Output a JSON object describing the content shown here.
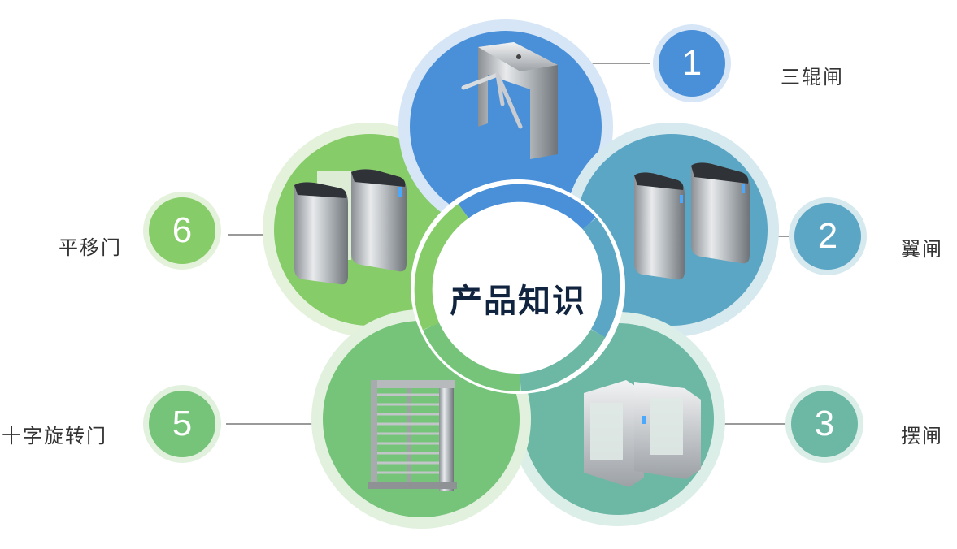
{
  "center": {
    "title": "产品知识"
  },
  "products": [
    {
      "number": "1",
      "label": "三辊闸",
      "color": "#4a90d9",
      "ring_color": "#d6e6f7",
      "icon": "tripod-turnstile-icon"
    },
    {
      "number": "2",
      "label": "翼闸",
      "color": "#5ba6c4",
      "ring_color": "#d6e9ef",
      "icon": "flap-barrier-icon"
    },
    {
      "number": "3",
      "label": "摆闸",
      "color": "#6cb8a5",
      "ring_color": "#dceee8",
      "icon": "swing-barrier-icon"
    },
    {
      "number": "5",
      "label": "十字旋转门",
      "color": "#76c47a",
      "ring_color": "#e1f1dd",
      "icon": "full-height-turnstile-icon"
    },
    {
      "number": "6",
      "label": "平移门",
      "color": "#86cc68",
      "ring_color": "#e4f2dc",
      "icon": "sliding-gate-icon"
    }
  ]
}
